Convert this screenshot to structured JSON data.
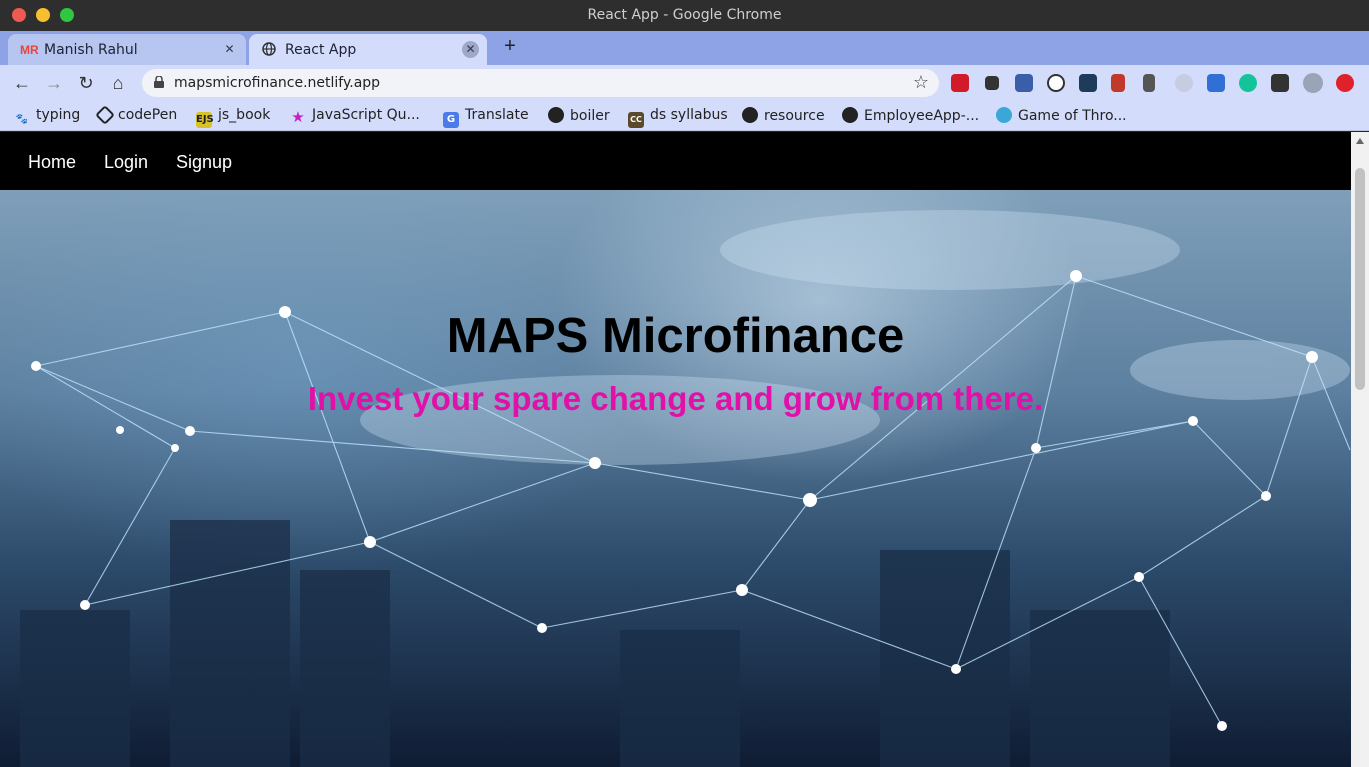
{
  "window": {
    "title": "React App - Google Chrome"
  },
  "tabs": [
    {
      "label": "Manish Rahul",
      "favicon": "MR",
      "active": false
    },
    {
      "label": "React App",
      "favicon": "globe-icon",
      "active": true
    }
  ],
  "toolbar": {
    "url": "mapsmicrofinance.netlify.app"
  },
  "bookmarks": [
    {
      "label": "typing",
      "icon": "paw-icon"
    },
    {
      "label": "codePen",
      "icon": "codepen-icon"
    },
    {
      "label": "js_book",
      "icon": "EJS"
    },
    {
      "label": "JavaScript Qu...",
      "icon": "star-icon"
    },
    {
      "label": "Translate",
      "icon": "translate-icon"
    },
    {
      "label": "boiler",
      "icon": "github-icon"
    },
    {
      "label": "ds syllabus",
      "icon": "CC"
    },
    {
      "label": "resource",
      "icon": "github-icon"
    },
    {
      "label": "EmployeeApp-...",
      "icon": "github-icon"
    },
    {
      "label": "Game of Thro...",
      "icon": "site-icon"
    }
  ],
  "site": {
    "nav": {
      "home": "Home",
      "login": "Login",
      "signup": "Signup"
    },
    "hero": {
      "title": "MAPS Microfinance",
      "subtitle": "Invest your spare change and grow from there."
    }
  },
  "colors": {
    "subtitle": "#e010a8",
    "navbar": "#000000",
    "tab_strip": "#8ea3e6"
  }
}
